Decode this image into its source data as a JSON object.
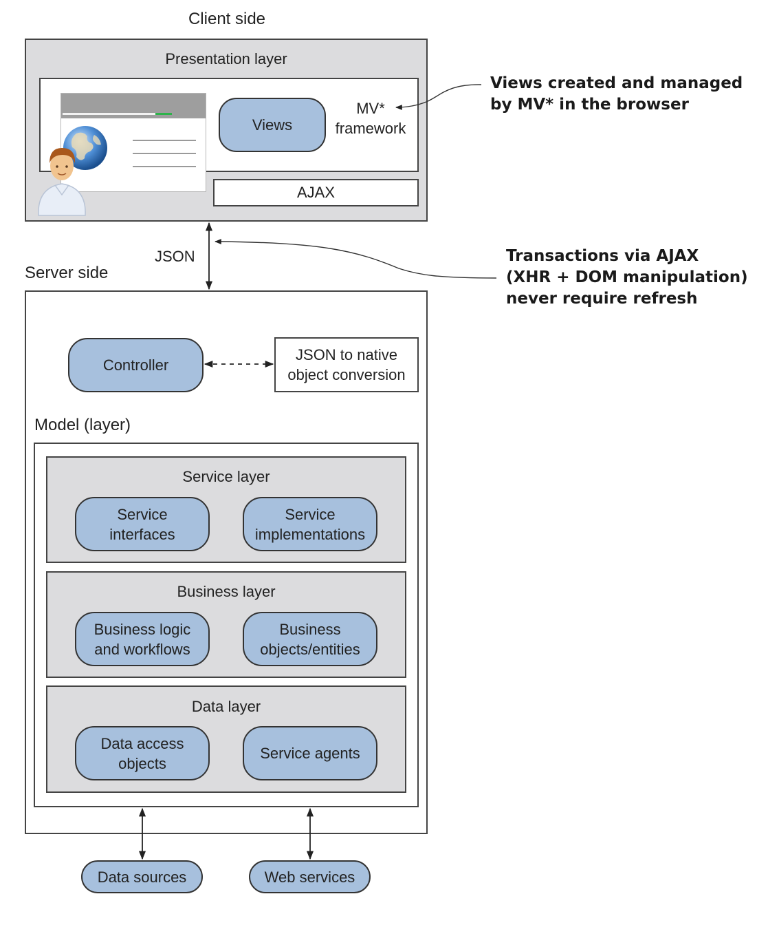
{
  "client": {
    "title": "Client side",
    "presentation_layer": "Presentation layer",
    "views": "Views",
    "mv_framework": "MV*\nframework",
    "ajax": "AJAX"
  },
  "connection": {
    "json": "JSON"
  },
  "server": {
    "title": "Server side",
    "controller": "Controller",
    "json_conversion": "JSON to native\nobject conversion",
    "model_title": "Model (layer)",
    "service_layer": {
      "title": "Service layer",
      "items": [
        "Service\ninterfaces",
        "Service\nimplementations"
      ]
    },
    "business_layer": {
      "title": "Business layer",
      "items": [
        "Business logic\nand workflows",
        "Business\nobjects/entities"
      ]
    },
    "data_layer": {
      "title": "Data layer",
      "items": [
        "Data access\nobjects",
        "Service agents"
      ]
    }
  },
  "external": {
    "data_sources": "Data sources",
    "web_services": "Web services"
  },
  "annotations": {
    "views_note": "Views created and managed\nby MV* in the browser",
    "ajax_note": "Transactions via AJAX\n(XHR + DOM manipulation)\nnever require refresh"
  },
  "icons": [
    "browser-window-icon",
    "globe-icon",
    "user-avatar-icon"
  ],
  "colors": {
    "component_fill": "#a7c0dd",
    "layer_fill": "#dcdcde",
    "browser_bar": "#9e9e9e",
    "progress_accent": "#2db34a"
  }
}
